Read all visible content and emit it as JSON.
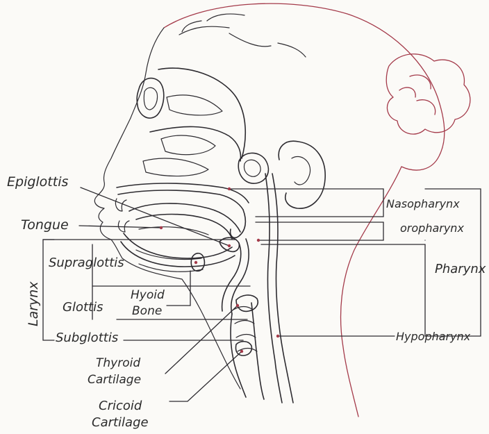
{
  "labels": {
    "epiglottis": "Epiglottis",
    "tongue": "Tongue",
    "larynx": "Larynx",
    "supraglottis": "Supraglottis",
    "glottis": "Glottis",
    "hyoid_bone_line1": "Hyoid",
    "hyoid_bone_line2": "Bone",
    "subglottis": "Subglottis",
    "thyroid_cartilage_line1": "Thyroid",
    "thyroid_cartilage_line2": "Cartilage",
    "cricoid_cartilage_line1": "Cricoid",
    "cricoid_cartilage_line2": "Cartilage",
    "nasopharynx": "Nasopharynx",
    "oropharynx": "oropharynx",
    "pharynx": "Pharynx",
    "hypopharynx": "Hypopharynx"
  },
  "colors": {
    "ink": "#2d2b30",
    "outline_red": "#a43a4a",
    "paper": "#fbfaf7"
  }
}
